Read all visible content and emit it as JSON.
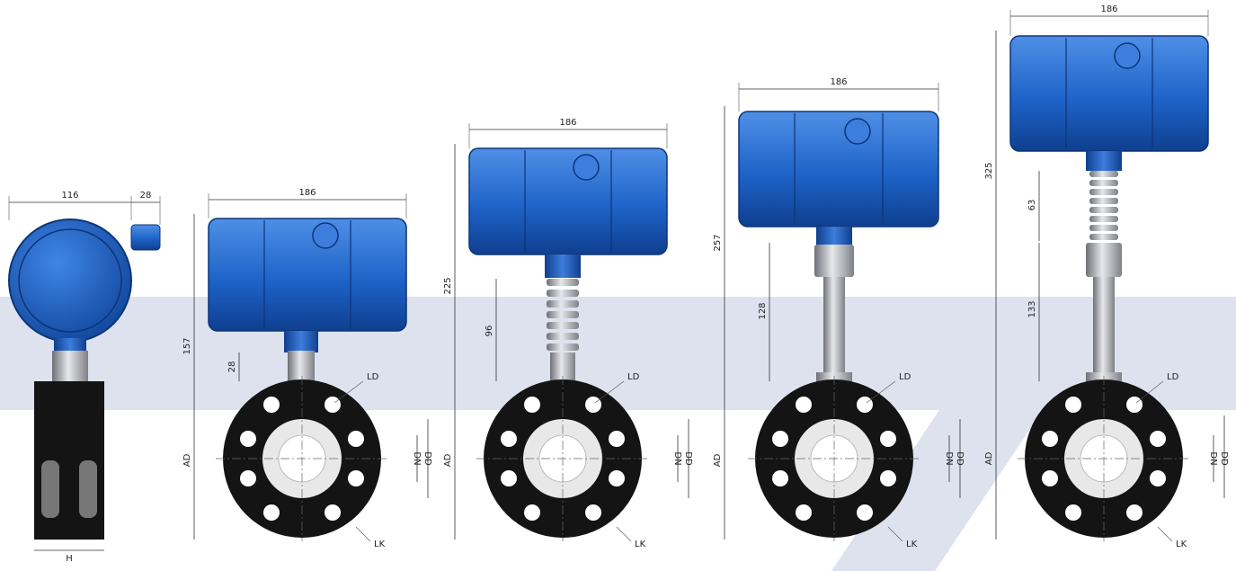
{
  "labels": {
    "w116": "116",
    "w28": "28",
    "h_label": "H",
    "w186": "186",
    "h157": "157",
    "h225": "225",
    "h257": "257",
    "h325": "325",
    "s28": "28",
    "s96": "96",
    "s128": "128",
    "s63": "63",
    "s133": "133",
    "ld": "LD",
    "lk": "LK",
    "ad": "AD",
    "dn": "DN",
    "dd": "DD"
  },
  "colors": {
    "housing": "#1e63c8",
    "housing_dark": "#0f3f8f",
    "housing_light": "#4f8fe6",
    "flange": "#141414",
    "band": "#dde2ee",
    "steel": "#b9bcc2"
  }
}
